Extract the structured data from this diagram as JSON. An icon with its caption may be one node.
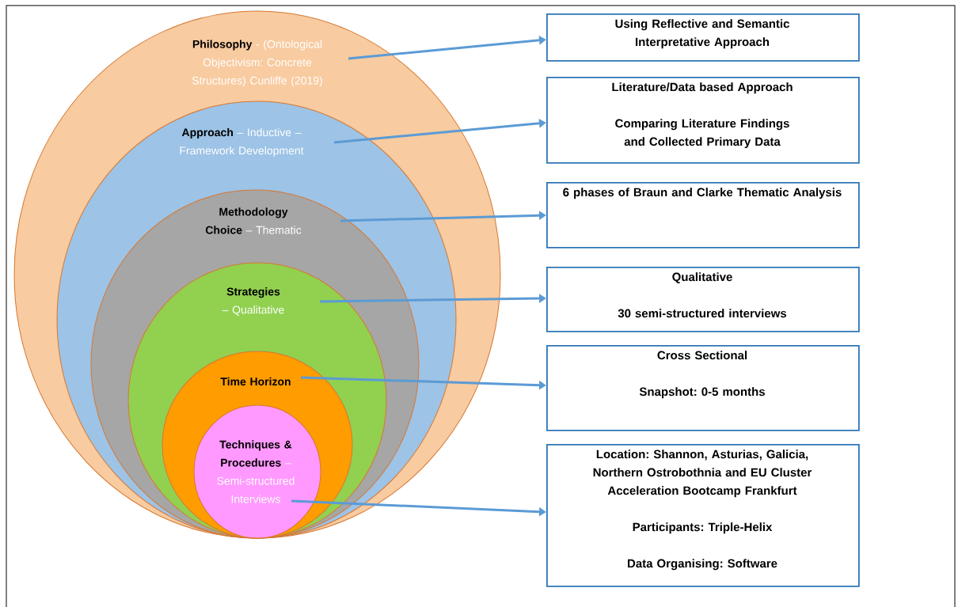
{
  "diagram": {
    "nodes": [
      {
        "text": [
          "Philosophy",
          "- (Ontological Objectivism: Concrete Structures) Cunliffe (2019)"
        ]
      },
      {
        "text": [
          "Approach",
          "– Inductive – Framework Development"
        ],
        "in": 0
      },
      {
        "text": [
          "Methodology Choice",
          "– Thematic"
        ],
        "in": 1
      },
      {
        "text": [
          "Strategies",
          "– Qualitative"
        ],
        "in": 2
      },
      {
        "text": [
          "Time Horizon"
        ],
        "in": 3
      },
      {
        "text": [
          "Techniques & Procedures",
          "– Semi-structured Interviews"
        ],
        "in": 4
      },
      {
        "text": [
          "Using Reflective and Semantic Interpretative Approach"
        ]
      },
      {
        "text": [
          "Literature/Data based Approach",
          "Comparing Literature Findings and Collected Primary Data"
        ]
      },
      {
        "text": [
          "6 phases of Braun and Clarke Thematic Analysis"
        ]
      },
      {
        "text": [
          "Qualitative",
          "30 semi-structured interviews"
        ]
      },
      {
        "text": [
          "Cross Sectional",
          "Snapshot: 0-5 months"
        ]
      },
      {
        "text": [
          "Location: Shannon, Asturias, Galicia, Northern Ostrobothnia and EU Cluster Acceleration Bootcamp Frankfurt",
          "Participants: Triple-Helix",
          "Data Organising: Software"
        ]
      }
    ],
    "edges": [
      {
        "from": 0,
        "to": 6,
        "arrow": "to"
      },
      {
        "from": 1,
        "to": 7,
        "arrow": "to"
      },
      {
        "from": 2,
        "to": 8,
        "arrow": "to"
      },
      {
        "from": 3,
        "to": 9,
        "arrow": "to"
      },
      {
        "from": 4,
        "to": 10,
        "arrow": "to"
      },
      {
        "from": 5,
        "to": 11,
        "arrow": "to"
      }
    ]
  }
}
